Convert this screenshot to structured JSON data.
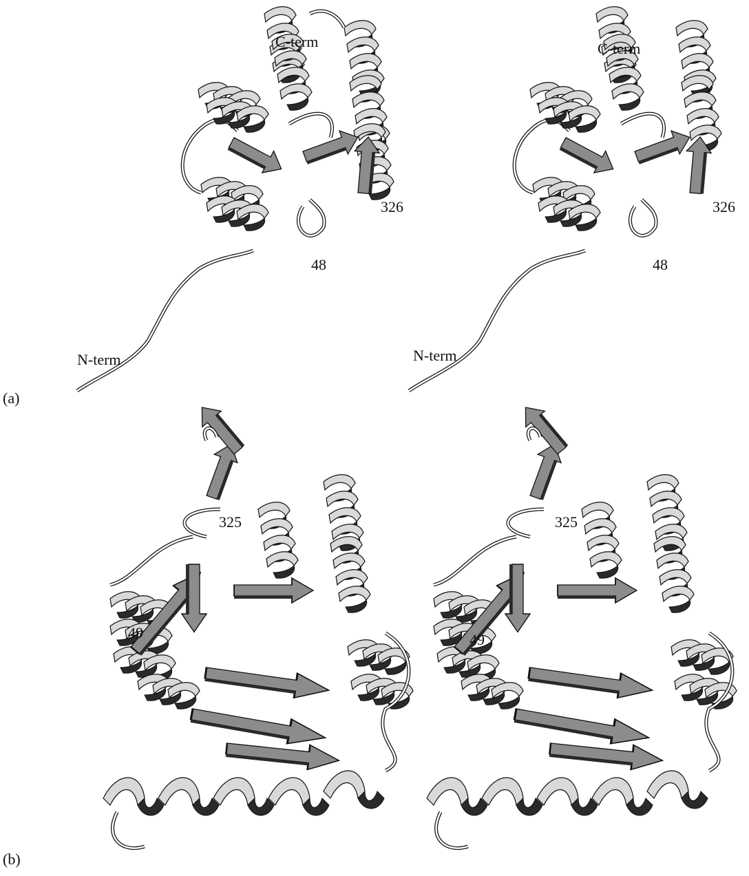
{
  "panel_a": {
    "letter": "(a)",
    "labels": {
      "c_term": "C-term",
      "n_term": "N-term",
      "res_a1": "48",
      "res_a2": "326"
    }
  },
  "panel_b": {
    "letter": "(b)",
    "labels": {
      "res_b1": "325",
      "res_b2": "49"
    }
  },
  "colors": {
    "helix_face": "#d9d9d9",
    "helix_back": "#2a2a2a",
    "strand": "#8c8c8c",
    "coil": "#ffffff",
    "outline": "#111111"
  }
}
